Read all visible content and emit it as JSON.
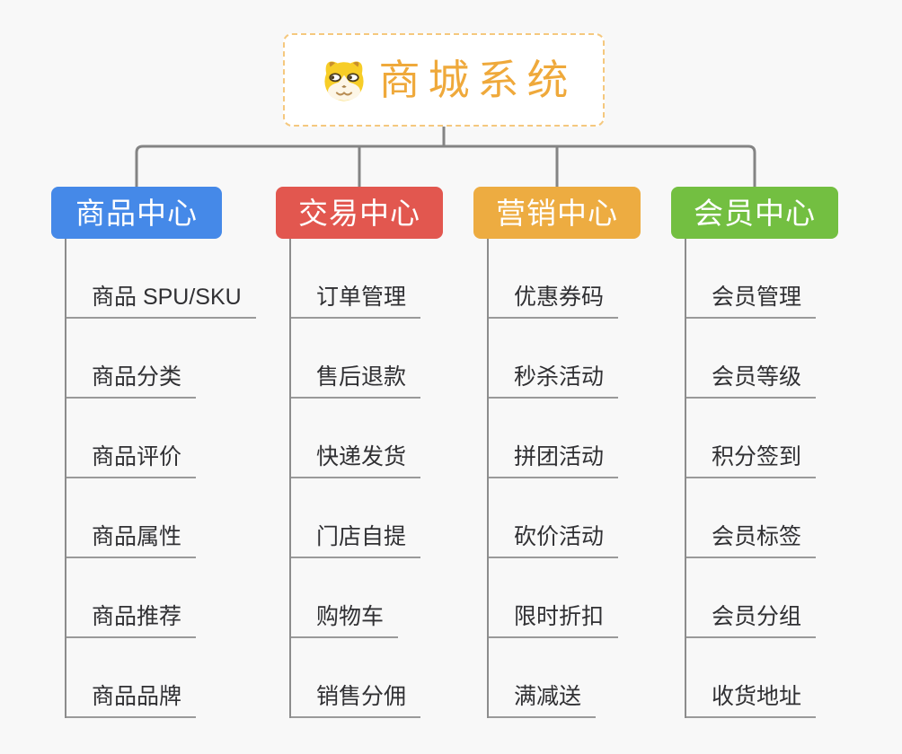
{
  "root": {
    "title": "商城系统",
    "icon": "doge-face-icon",
    "accent_color": "#EFA93B",
    "border_color": "#F5C87E"
  },
  "branches": [
    {
      "label": "商品中心",
      "color": "#4589E8",
      "children": [
        "商品 SPU/SKU",
        "商品分类",
        "商品评价",
        "商品属性",
        "商品推荐",
        "商品品牌"
      ]
    },
    {
      "label": "交易中心",
      "color": "#E2574F",
      "children": [
        "订单管理",
        "售后退款",
        "快递发货",
        "门店自提",
        "购物车",
        "销售分佣"
      ]
    },
    {
      "label": "营销中心",
      "color": "#EDAC41",
      "children": [
        "优惠券码",
        "秒杀活动",
        "拼团活动",
        "砍价活动",
        "限时折扣",
        "满减送"
      ]
    },
    {
      "label": "会员中心",
      "color": "#73BF41",
      "children": [
        "会员管理",
        "会员等级",
        "积分签到",
        "会员标签",
        "会员分组",
        "收货地址"
      ]
    }
  ],
  "style": {
    "background": "#F8F8F8",
    "connector_color": "#848484",
    "leaf_line_color": "#9A9A9A",
    "leaf_text_color": "#303033"
  }
}
